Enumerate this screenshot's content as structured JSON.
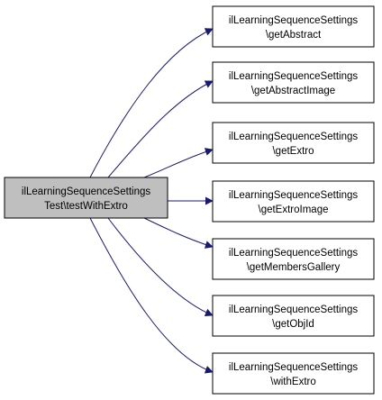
{
  "colors": {
    "source_fill": "#bfbfbf",
    "target_fill": "#ffffff",
    "border": "#000000",
    "edge": "#191970"
  },
  "source": {
    "line1": "ilLearningSequenceSettings",
    "line2": "Test\\testWithExtro"
  },
  "targets": [
    {
      "line1": "ilLearningSequenceSettings",
      "line2": "\\getAbstract"
    },
    {
      "line1": "ilLearningSequenceSettings",
      "line2": "\\getAbstractImage"
    },
    {
      "line1": "ilLearningSequenceSettings",
      "line2": "\\getExtro"
    },
    {
      "line1": "ilLearningSequenceSettings",
      "line2": "\\getExtroImage"
    },
    {
      "line1": "ilLearningSequenceSettings",
      "line2": "\\getMembersGallery"
    },
    {
      "line1": "ilLearningSequenceSettings",
      "line2": "\\getObjId"
    },
    {
      "line1": "ilLearningSequenceSettings",
      "line2": "\\withExtro"
    }
  ]
}
